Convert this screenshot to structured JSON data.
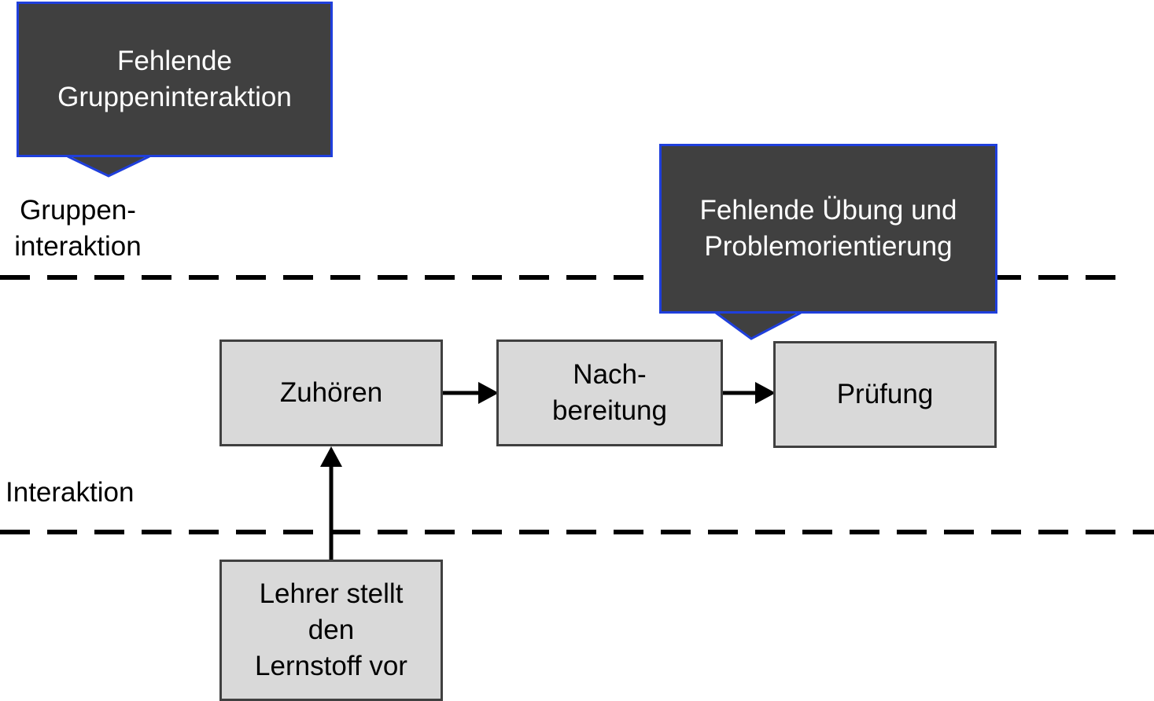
{
  "lanes": {
    "group": "Gruppen-\ninteraktion",
    "interaction": "Interaktion"
  },
  "callouts": [
    {
      "text": "Fehlende\nGruppeninteraktion"
    },
    {
      "text": "Fehlende Übung und\nProblemorientierung"
    }
  ],
  "steps": {
    "zuhoeren": "Zuhören",
    "nachbereitung": "Nach-\nbereitung",
    "pruefung": "Prüfung",
    "lehrer": "Lehrer stellt\nden\nLernstoff vor"
  },
  "colors": {
    "callout_fill": "#404040",
    "callout_border": "#1f3fdc",
    "box_fill": "#d9d9d9",
    "box_border": "#404040",
    "line": "#000000"
  }
}
